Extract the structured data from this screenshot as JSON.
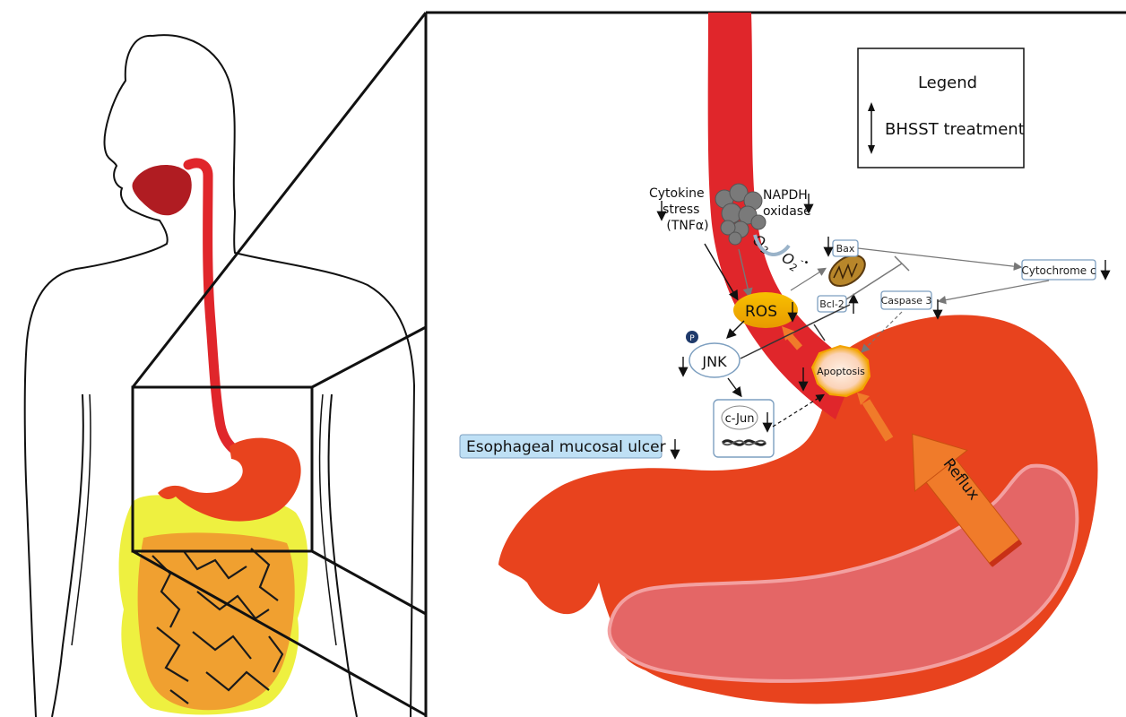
{
  "legend": {
    "title": "Legend",
    "item": "BHSST treatment"
  },
  "labels": {
    "cytokine_line1": "Cytokine",
    "cytokine_line2": "stress",
    "cytokine_line3": "(TNFα)",
    "napdh_line1": "NAPDH",
    "napdh_line2": "oxidase",
    "o2": "O",
    "o2_sub": "2",
    "o2_radical": "O",
    "o2_radical_sub": "2",
    "o2_radical_sup": "-•",
    "bax": "Bax",
    "bcl2": "Bcl-2",
    "cytochrome": "Cytochrome c",
    "caspase": "Caspase 3",
    "ros": "ROS",
    "jnk": "JNK",
    "phospho": "P",
    "apoptosis": "Apoptosis",
    "cjun": "c-Jun",
    "ulcer": "Esophageal mucosal ulcer",
    "reflux": "Reflux"
  },
  "colors": {
    "esophagus": "#e0262b",
    "stomach": "#e8431e",
    "stomach_inner": "#e46666",
    "ros_fill": "#f4a700",
    "apoptosis_fill": "#fbd3b8",
    "arrow_orange": "#f07b2a",
    "ulcer_fill": "#bfe0f5",
    "intestine_fill": "#f0a030",
    "fat_fill": "#eef040",
    "mouth_fill": "#b01c22"
  }
}
